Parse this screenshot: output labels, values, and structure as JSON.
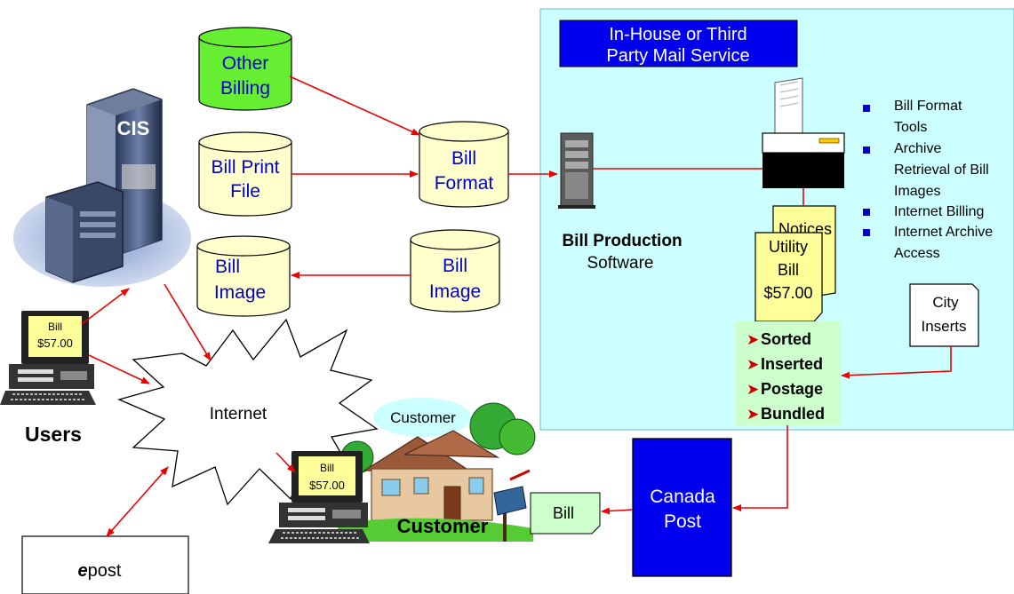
{
  "mail_service": {
    "title_line1": "In-House or Third",
    "title_line2": "Party Mail Service"
  },
  "databases": {
    "other_billing": {
      "line1": "Other",
      "line2": "Billing"
    },
    "bill_print_file": {
      "line1": "Bill Print",
      "line2": "File"
    },
    "bill_format": {
      "line1": "Bill",
      "line2": "Format"
    },
    "bill_image_left": {
      "line1": "Bill",
      "line2": "Image"
    },
    "bill_image_right": {
      "line1": "Bill",
      "line2": "Image"
    }
  },
  "cis_label": "CIS",
  "bill_production": {
    "line1": "Bill Production",
    "line2": "Software"
  },
  "features": [
    {
      "line1": "Bill Format",
      "line2": "Tools",
      "line3": ""
    },
    {
      "line1": "Archive",
      "line2": "Retrieval of Bill",
      "line3": "Images"
    },
    {
      "line1": "Internet Billing",
      "line2": "",
      "line3": ""
    },
    {
      "line1": "Internet Archive",
      "line2": "Access",
      "line3": ""
    }
  ],
  "notices_label": "Notices",
  "utility_bill": {
    "line1": "Utility",
    "line2": "Bill",
    "line3": "$57.00"
  },
  "city_inserts": {
    "line1": "City",
    "line2": "Inserts"
  },
  "process_steps": [
    "Sorted",
    "Inserted",
    "Postage",
    "Bundled"
  ],
  "users": {
    "label": "Users",
    "screen_line1": "Bill",
    "screen_line2": "$57.00"
  },
  "internet_label": "Internet",
  "customer": {
    "cloud_label": "Customer",
    "house_label": "Customer",
    "screen_line1": "Bill",
    "screen_line2": "$57.00"
  },
  "canada_post": {
    "line1": "Canada",
    "line2": "Post"
  },
  "mail_bill_label": "Bill",
  "epost": {
    "prefix": "e",
    "suffix": "post"
  },
  "colors": {
    "arrow": "#ee0000",
    "mail_panel": "#ccffff",
    "db_yellow": "#ffffcc",
    "db_green": "#66ee33",
    "navy": "#0000ee",
    "note_yellow": "#ffff99",
    "step_bg": "#ccffcc"
  }
}
